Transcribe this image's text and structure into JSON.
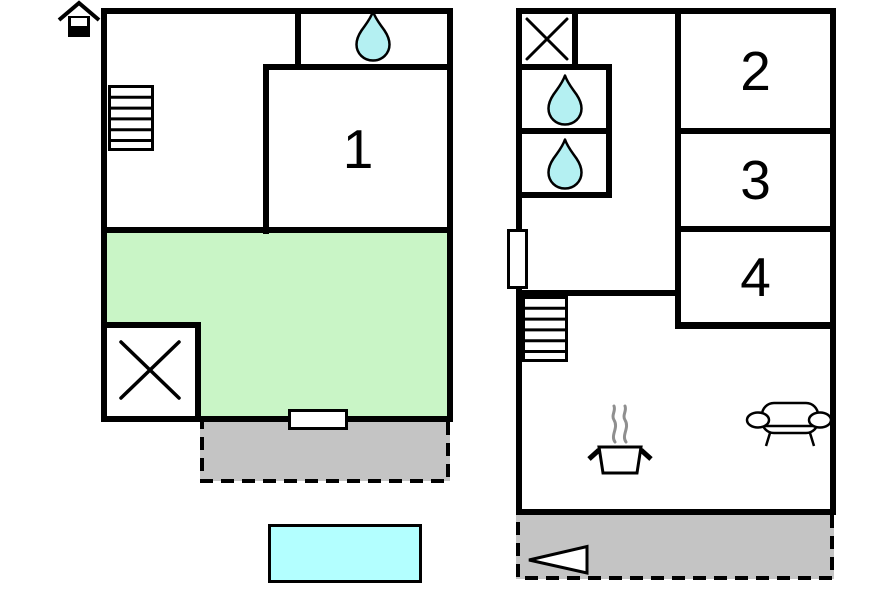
{
  "left_plan": {
    "room_1_label": "1"
  },
  "right_plan": {
    "room_2_label": "2",
    "room_3_label": "3",
    "room_4_label": "4"
  },
  "colors": {
    "wall_black": "#000000",
    "background_white": "#ffffff",
    "green_area": "#c9f5c6",
    "terrace_gray": "#c4c4c4",
    "pool_blue": "#b3ffff",
    "water_drop_blue": "#b4f0f2",
    "steam_gray": "#8f8f8f"
  },
  "icons": {
    "entrance_marker": "house-icon",
    "left_plan_stairs": "staircase-icon",
    "right_plan_stairs": "staircase-icon",
    "left_plan_water_drop": "water-drop-icon",
    "right_plan_water_drop_upper": "water-drop-icon",
    "right_plan_water_drop_lower": "water-drop-icon",
    "left_plan_crossed_box": "crossed-box-icon",
    "right_plan_crossed_box": "crossed-box-icon",
    "left_plan_door": "door-icon",
    "right_plan_door": "door-icon",
    "kitchen_pot": "cooking-pot-icon",
    "living_room_sofa": "sofa-icon",
    "terrace_arrow": "left-arrow-icon"
  }
}
